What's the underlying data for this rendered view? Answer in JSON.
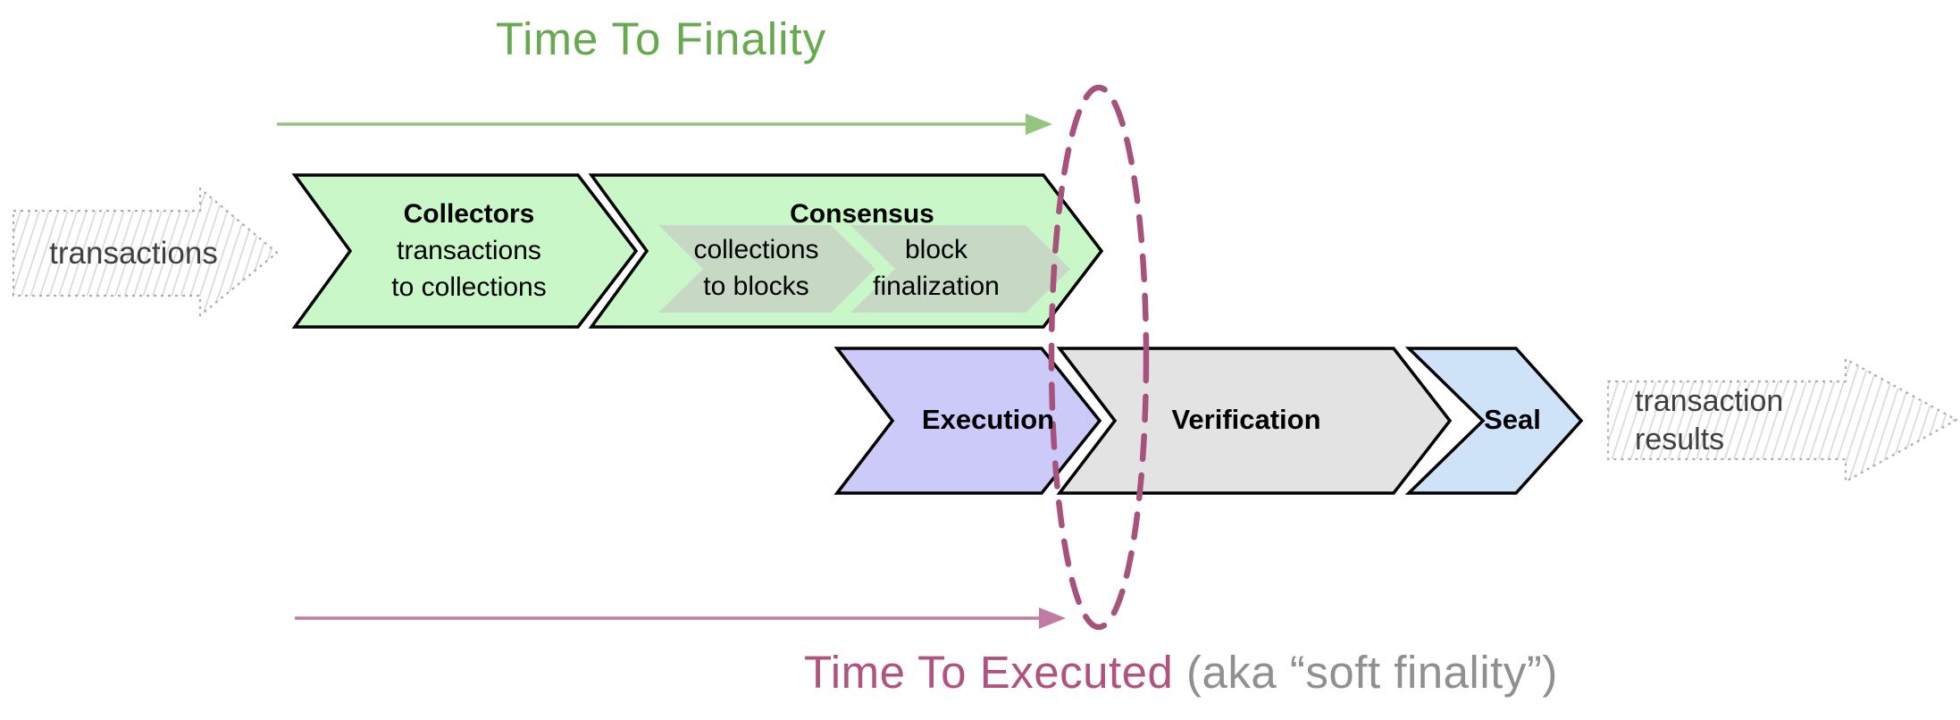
{
  "titles": {
    "finality": {
      "text": "Time To Finality",
      "color": "#67a94f"
    },
    "executed": {
      "text": "Time To Executed",
      "suffix": " (aka “soft finality”)",
      "color": "#b1537f",
      "suffix_color": "#909090"
    }
  },
  "flow_inputs": {
    "incoming_label": "transactions",
    "outgoing_line1": "transaction",
    "outgoing_line2": "results"
  },
  "stages": {
    "collectors": {
      "title": "Collectors",
      "line1": "transactions",
      "line2": "to collections",
      "fill": "#c9f7c7"
    },
    "consensus": {
      "title": "Consensus",
      "fill": "#c9f7c7",
      "sub1": {
        "line1": "collections",
        "line2": "to blocks",
        "fill": "#c7d9c5"
      },
      "sub2": {
        "line1": "block",
        "line2": "finalization",
        "fill": "#c7d9c5"
      }
    },
    "execution": {
      "title": "Execution",
      "fill": "#cbcaf9"
    },
    "verification": {
      "title": "Verification",
      "fill": "#e3e3e3"
    },
    "seal": {
      "title": "Seal",
      "fill": "#cfe3f8"
    }
  },
  "annotations": {
    "finality_arrow_color": "#94c47e",
    "executed_arrow_color": "#c17ca3",
    "ellipse_color": "#a6527c",
    "outline_color": "#000000",
    "sketch_border_color": "#adadad",
    "hatch_color": "#d8d8d8"
  }
}
